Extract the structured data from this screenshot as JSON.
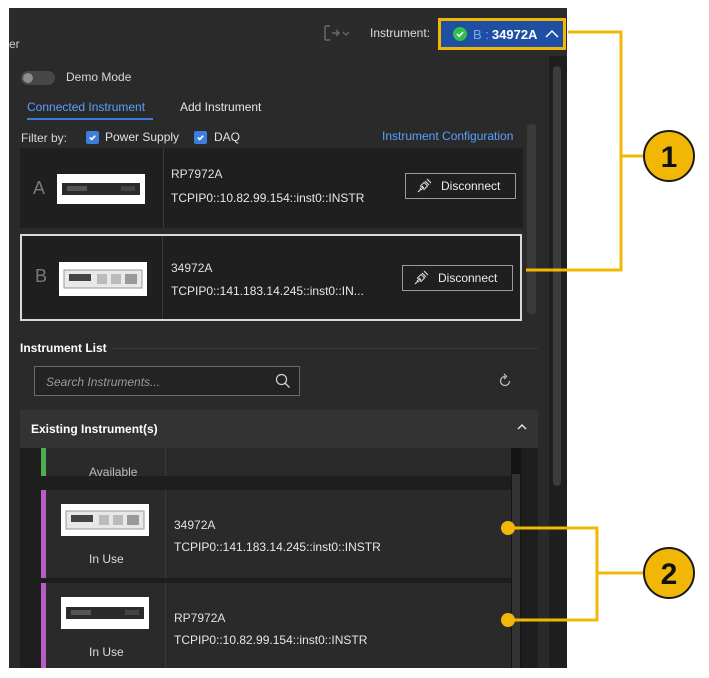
{
  "header": {
    "cut_text": "er",
    "instrument_label": "Instrument:",
    "selected_prefix": "B :",
    "selected_model": "34972A"
  },
  "demo": {
    "label": "Demo Mode",
    "enabled": false
  },
  "tabs": [
    {
      "label": "Connected Instrument",
      "active": true
    },
    {
      "label": "Add Instrument",
      "active": false
    }
  ],
  "filter": {
    "label": "Filter by:",
    "options": [
      {
        "label": "Power Supply",
        "checked": true
      },
      {
        "label": "DAQ",
        "checked": true
      }
    ],
    "config_link": "Instrument Configuration"
  },
  "connected": [
    {
      "slot": "A",
      "model": "RP7972A",
      "address": "TCPIP0::10.82.99.154::inst0::INSTR",
      "button": "Disconnect",
      "selected": false
    },
    {
      "slot": "B",
      "model": "34972A",
      "address": "TCPIP0::141.183.14.245::inst0::IN...",
      "button": "Disconnect",
      "selected": true
    }
  ],
  "instrument_list": {
    "title": "Instrument List",
    "search_placeholder": "Search Instruments...",
    "section_title": "Existing Instrument(s)",
    "items": [
      {
        "status": "Available",
        "stripe": "#4caf50",
        "model": "",
        "address": ""
      },
      {
        "status": "In Use",
        "stripe": "#b85cc9",
        "model": "34972A",
        "address": "TCPIP0::141.183.14.245::inst0::INSTR"
      },
      {
        "status": "In Use",
        "stripe": "#b85cc9",
        "model": "RP7972A",
        "address": "TCPIP0::10.82.99.154::inst0::INSTR"
      }
    ]
  },
  "callouts": [
    "1",
    "2"
  ],
  "colors": {
    "accent": "#3c7ddb",
    "callout": "#f2b705",
    "connected": "#2fbf4a"
  }
}
